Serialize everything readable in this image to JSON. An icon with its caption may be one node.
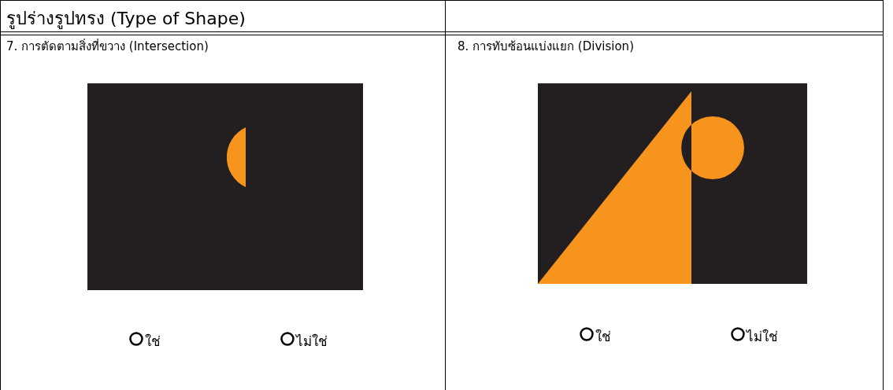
{
  "diagram": {
    "title": "รูปร่างรูปทรง (Type of Shape)",
    "labels": [
      "7. การตัดตามสิ่งที่ขวาง (Intersection)",
      "8. การทับซ้อนแบ่งแยก (Division)",
      "ใช่",
      "ไม่ใช่",
      "ใช่",
      "ไม่ใช่"
    ]
  }
}
